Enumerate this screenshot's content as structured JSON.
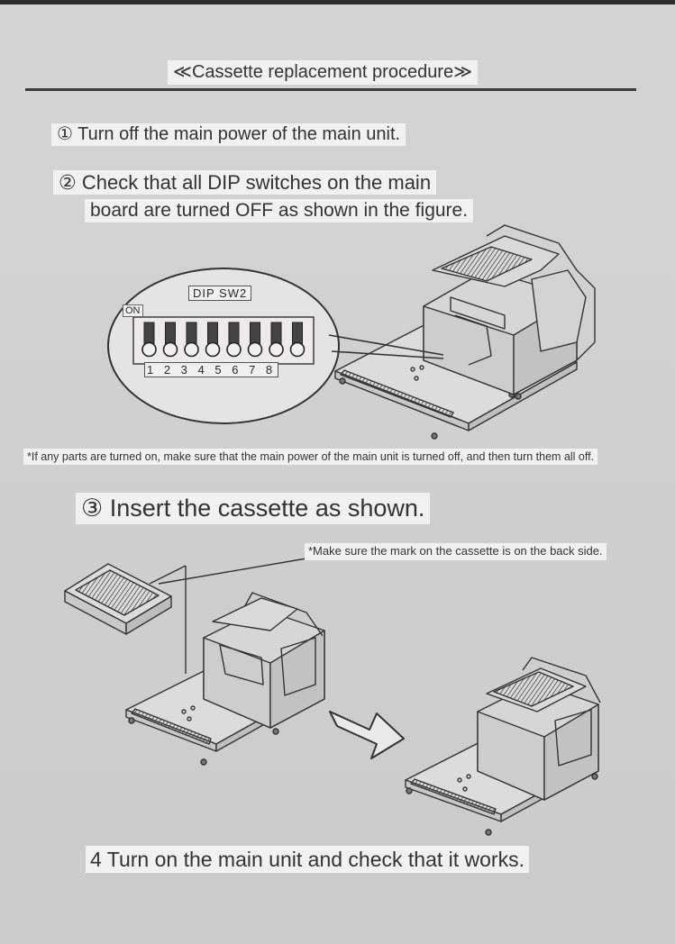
{
  "document": {
    "title": "≪Cassette replacement procedure≫",
    "steps": {
      "s1": "① Turn off the main power of the main unit.",
      "s2_line1": "② Check that all DIP switches on the main",
      "s2_line2": "board are turned OFF as shown in the figure.",
      "s3": "③ Insert the cassette as shown.",
      "s4": "4 Turn on the main unit and check that it works."
    },
    "notes": {
      "dip_note": "*If any parts are turned on, make sure that the main power of the main unit is turned off, and then turn them all off.",
      "mark_note": "*Make sure the mark on the cassette is on the back side."
    },
    "dip_figure": {
      "label": "DIP SW2",
      "on_label": "ON",
      "numbers": "1 2 3 4 5 6 7 8"
    }
  }
}
